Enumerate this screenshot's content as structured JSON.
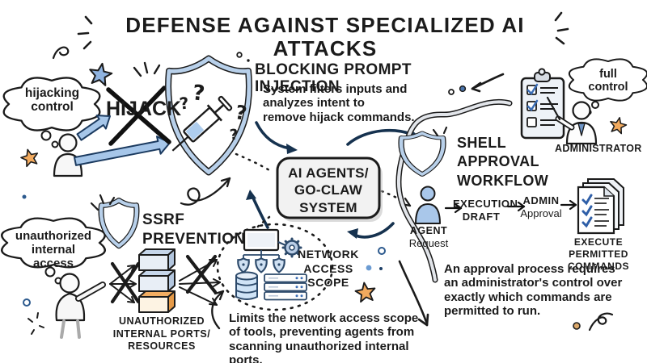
{
  "title": "DEFENSE AGAINST SPECIALIZED AI ATTACKS",
  "colors": {
    "ink": "#1b1b1b",
    "arrow_blue": "#a6c6e9",
    "navy": "#16324f",
    "shield_band": "#b8d0ea",
    "icon_fill": "#cfe0f2",
    "orange": "#f2aa5e",
    "star_blue": "#8fb3e0",
    "box_gray": "#f2f2f2"
  },
  "prompt_injection": {
    "thought_lines": [
      "hijacking",
      "control"
    ],
    "hijack": "HIJACK",
    "question_mark": "?",
    "heading": "BLOCKING PROMPT INJECTION",
    "desc_lines": [
      "System filters inputs and",
      "analyzes intent to",
      "remove hijack commands."
    ]
  },
  "core": {
    "lines": [
      "AI AGENTS/",
      "GO-CLAW",
      "SYSTEM"
    ]
  },
  "shell": {
    "heading_lines": [
      "SHELL",
      "APPROVAL",
      "WORKFLOW"
    ],
    "thought_lines": [
      "full",
      "control"
    ],
    "admin_label": "ADMINISTRATOR",
    "agent_lines": [
      "AGENT",
      "Request"
    ],
    "exec_lines": [
      "EXECUTION",
      "DRAFT"
    ],
    "approval_lines": [
      "ADMIN",
      "Approval"
    ],
    "execute_lines": [
      "EXECUTE",
      "PERMITTED",
      "COMMANDS"
    ],
    "desc_lines": [
      "An approval process requires",
      "an administrator's control over",
      "exactly which commands are",
      "permitted to run."
    ]
  },
  "ssrf": {
    "heading_lines": [
      "SSRF",
      "PREVENTION"
    ],
    "thought_lines": [
      "unauthorized",
      "internal access"
    ],
    "ports_lines": [
      "UNAUTHORIZED",
      "INTERNAL PORTS/",
      "RESOURCES"
    ],
    "scope_lines": [
      "NETWORK",
      "ACCESS",
      "SCOPE"
    ],
    "desc_lines": [
      "Limits the network access scope",
      "of tools, preventing agents from",
      "scanning unauthorized internal ports."
    ]
  }
}
